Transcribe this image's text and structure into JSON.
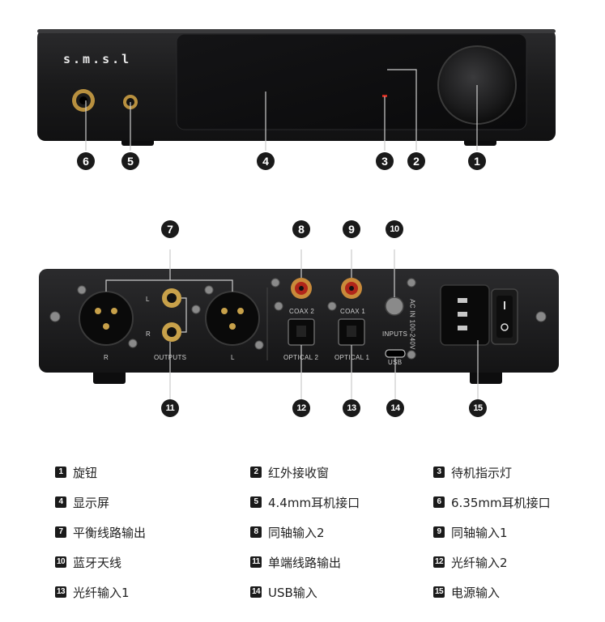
{
  "front": {
    "logo": "s.m.s.l"
  },
  "rear": {
    "labels": {
      "xlr_right": "R",
      "xlr_left": "L",
      "rca_left": "L",
      "rca_right": "R",
      "outputs": "OUTPUTS",
      "coax2": "COAX 2",
      "coax1": "COAX 1",
      "inputs": "INPUTS",
      "optical2": "OPTICAL 2",
      "optical1": "OPTICAL 1",
      "usb": "USB",
      "ac": "AC IN 100-240V"
    }
  },
  "callouts": [
    "1",
    "2",
    "3",
    "4",
    "5",
    "6",
    "7",
    "8",
    "9",
    "10",
    "11",
    "12",
    "13",
    "14",
    "15"
  ],
  "legend": [
    {
      "num": "1",
      "text": "旋钮"
    },
    {
      "num": "2",
      "text": "红外接收窗"
    },
    {
      "num": "3",
      "text": "待机指示灯"
    },
    {
      "num": "4",
      "text": "显示屏"
    },
    {
      "num": "5",
      "text": "4.4mm耳机接口"
    },
    {
      "num": "6",
      "text": "6.35mm耳机接口"
    },
    {
      "num": "7",
      "text": "平衡线路输出"
    },
    {
      "num": "8",
      "text": "同轴输入2"
    },
    {
      "num": "9",
      "text": "同轴输入1"
    },
    {
      "num": "10",
      "text": "蓝牙天线"
    },
    {
      "num": "11",
      "text": "单端线路输出"
    },
    {
      "num": "12",
      "text": "光纤输入2"
    },
    {
      "num": "13",
      "text": "光纤输入1"
    },
    {
      "num": "14",
      "text": "USB输入"
    },
    {
      "num": "15",
      "text": "电源输入"
    }
  ],
  "colors": {
    "chassis": "#1c1c1e",
    "badge": "#1a1a1a",
    "gold": "#c8a14a",
    "led": "#d02a1f"
  }
}
